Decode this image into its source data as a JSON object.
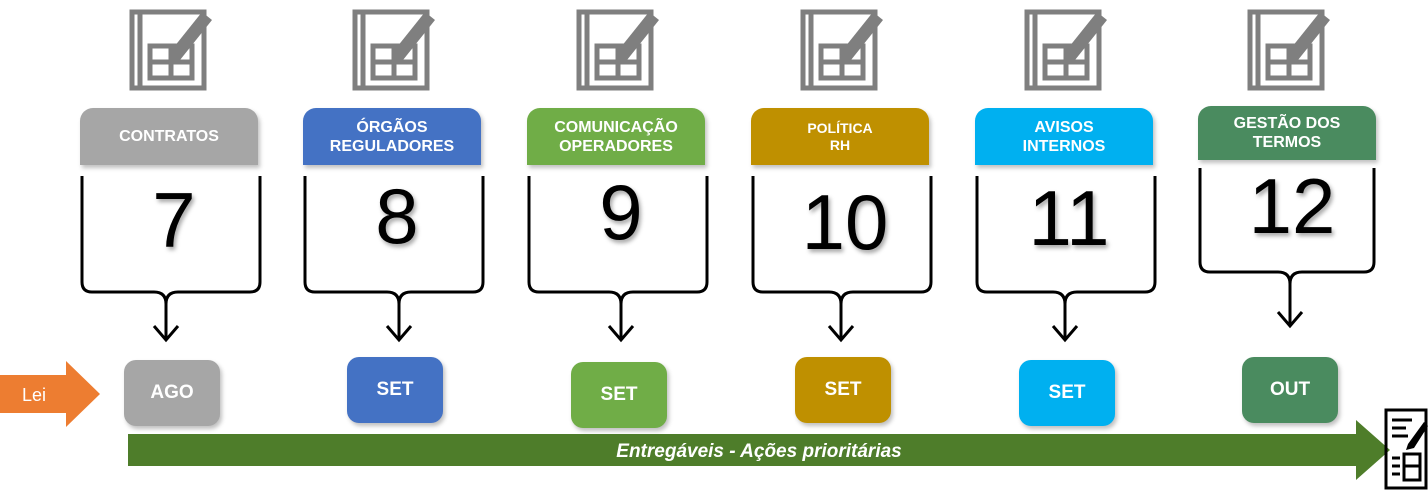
{
  "columns": [
    {
      "header": "CONTRATOS",
      "number": "7",
      "deliverable": "AGO",
      "color": "#a6a6a6"
    },
    {
      "header": "ÓRGÃOS\nREGULADORES",
      "number": "8",
      "deliverable": "SET",
      "color": "#4472c4"
    },
    {
      "header": "COMUNICAÇÃO\nOPERADORES",
      "number": "9",
      "deliverable": "SET",
      "color": "#70ad47"
    },
    {
      "header": "POLÍTICA\nRH",
      "number": "10",
      "deliverable": "SET",
      "color": "#bf9000"
    },
    {
      "header": "AVISOS\nINTERNOS",
      "number": "11",
      "deliverable": "SET",
      "color": "#00b0f0"
    },
    {
      "header": "GESTÃO DOS\nTERMOS",
      "number": "12",
      "deliverable": "OUT",
      "color": "#4a8b5f"
    }
  ],
  "lei_label": "Lei",
  "lei_color": "#ed7d31",
  "timeline": {
    "label": "Entregáveis - Ações prioritárias",
    "color": "#4e7d2a"
  },
  "icons": {
    "column_icon": "blueprint-pencil-icon",
    "end_icon": "form-document-icon"
  }
}
